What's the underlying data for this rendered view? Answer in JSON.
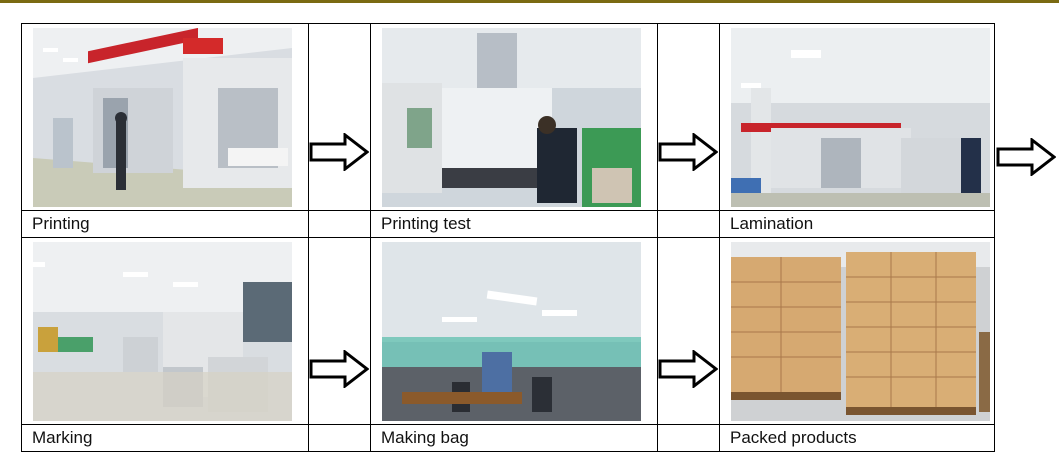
{
  "steps": [
    {
      "caption": "Printing",
      "photo": "printing-machine-photo"
    },
    {
      "caption": "Printing test",
      "photo": "printing-test-photo"
    },
    {
      "caption": "Lamination",
      "photo": "lamination-machine-photo"
    },
    {
      "caption": "Marking",
      "photo": "marking-machines-photo"
    },
    {
      "caption": "Making bag",
      "photo": "bag-making-workshop-photo"
    },
    {
      "caption": "Packed products",
      "photo": "packed-cartons-photo"
    }
  ],
  "arrow_icon": "right-outline-arrow-icon",
  "colors": {
    "rule": "#7a6a12",
    "border": "#000000",
    "arrow_stroke": "#000000"
  }
}
